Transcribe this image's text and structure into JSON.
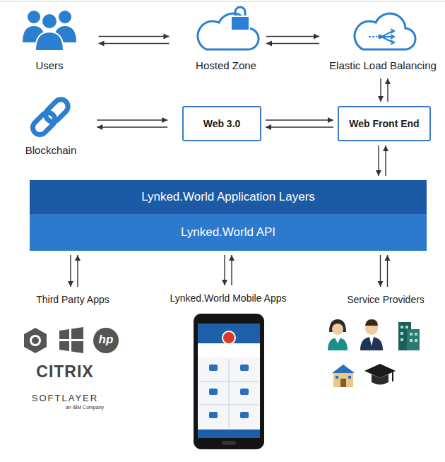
{
  "diagram": {
    "nodes": [
      {
        "text": [
          "Users"
        ]
      },
      {
        "text": [
          "Hosted Zone"
        ]
      },
      {
        "text": [
          "Elastic Load Balancing"
        ]
      },
      {
        "text": [
          "Blockchain"
        ]
      },
      {
        "text": [
          "Web 3.0"
        ]
      },
      {
        "text": [
          "Web Front End"
        ]
      },
      {
        "text": [
          "Lynked.World Application Layers"
        ]
      },
      {
        "text": [
          "Lynked.World API"
        ]
      },
      {
        "text": [
          "Third Party Apps"
        ]
      },
      {
        "text": [
          "Lynked.World Mobile Apps"
        ]
      },
      {
        "text": [
          "Service Providers"
        ]
      }
    ],
    "edges": [
      {
        "from": 0,
        "to": 1,
        "arrow": "both"
      },
      {
        "from": 1,
        "to": 2,
        "arrow": "both"
      },
      {
        "from": 2,
        "to": 5,
        "arrow": "both"
      },
      {
        "from": 3,
        "to": 4,
        "arrow": "both"
      },
      {
        "from": 4,
        "to": 5,
        "arrow": "both"
      },
      {
        "from": 5,
        "to": 6,
        "arrow": "both"
      },
      {
        "from": 7,
        "to": 8,
        "arrow": "both"
      },
      {
        "from": 7,
        "to": 9,
        "arrow": "both"
      },
      {
        "from": 7,
        "to": 10,
        "arrow": "both"
      }
    ],
    "labels": [
      "hp",
      "CITRIX",
      "SOFTLAYER",
      "an IBM Company"
    ]
  }
}
